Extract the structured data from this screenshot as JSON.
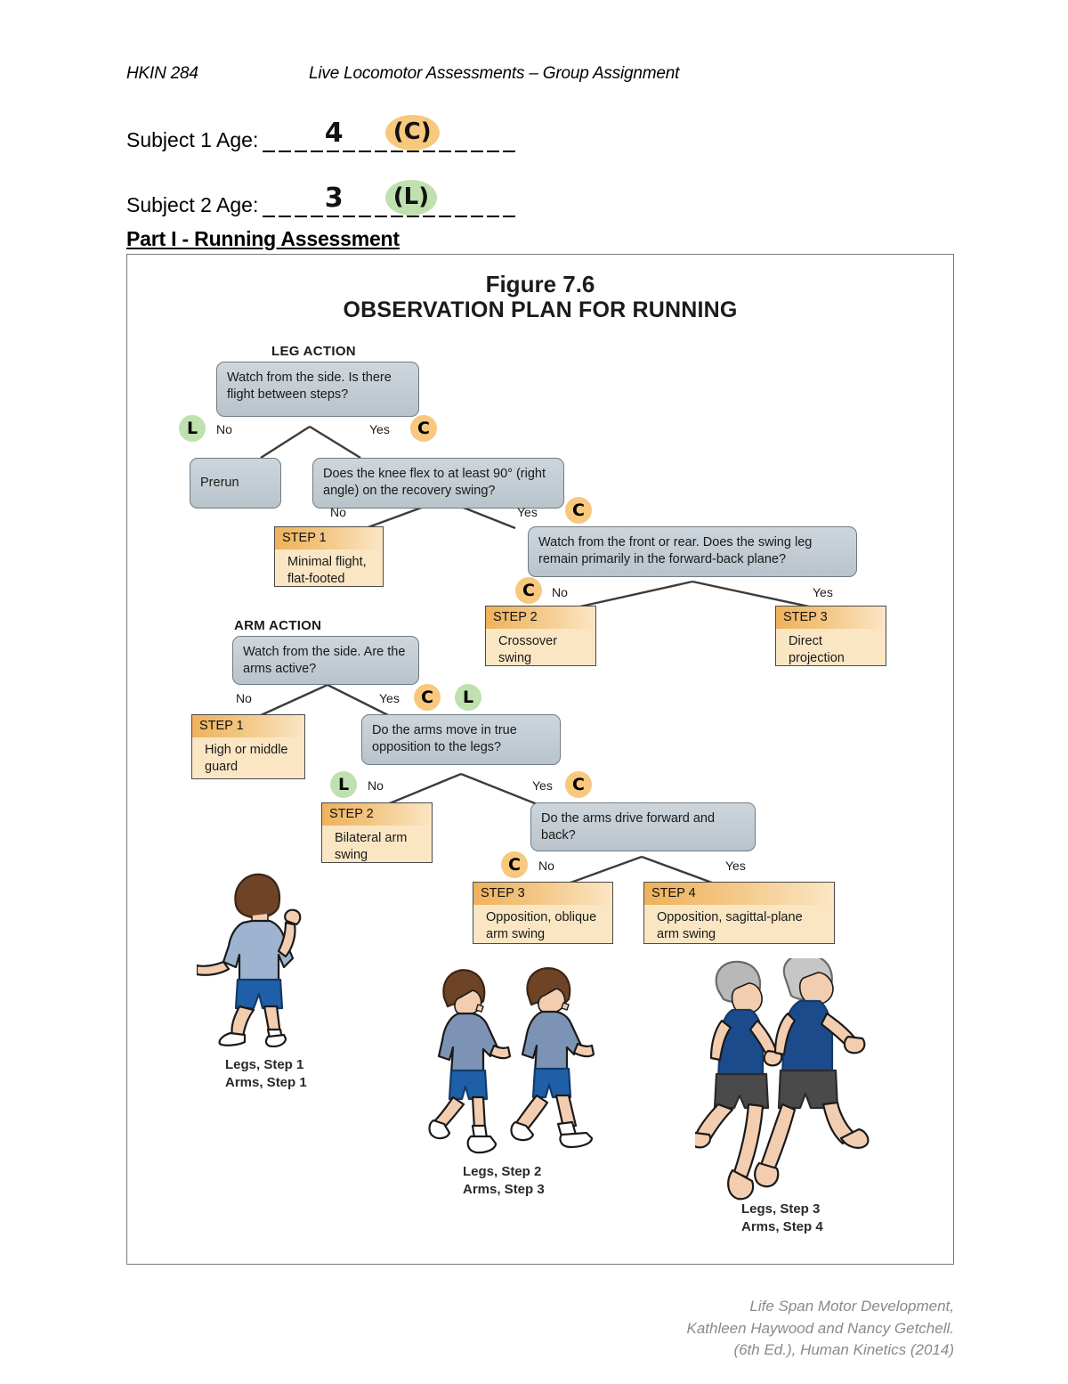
{
  "header": {
    "course_code": "HKIN 284",
    "assignment_title": "Live Locomotor Assessments – Group Assignment"
  },
  "subjects": [
    {
      "label": "Subject 1 Age:",
      "age": "4",
      "code": "(C)",
      "highlight": "#F7C87E"
    },
    {
      "label": "Subject 2 Age:",
      "age": "3",
      "code": "(L)",
      "highlight": "#BEE1AF"
    }
  ],
  "part_heading": "Part I - Running Assessment",
  "figure": {
    "number": "Figure 7.6",
    "name": "OBSERVATION PLAN FOR RUNNING",
    "sections": {
      "leg": "LEG ACTION",
      "arm": "ARM ACTION"
    },
    "leg_action": {
      "q1": "Watch from the side. Is there flight between steps?",
      "q1_no": "No",
      "q1_yes": "Yes",
      "prerun": "Prerun",
      "q2": "Does the knee flex to at least 90° (right angle) on the recovery swing?",
      "q2_no": "No",
      "q2_yes": "Yes",
      "step1_head": "STEP 1",
      "step1_body": "Minimal flight,\nflat-footed",
      "q3": "Watch from the front or rear. Does the swing leg remain primarily in the forward-back plane?",
      "q3_no": "No",
      "q3_yes": "Yes",
      "step2_head": "STEP 2",
      "step2_body": "Crossover\nswing",
      "step3_head": "STEP 3",
      "step3_body": "Direct\nprojection"
    },
    "arm_action": {
      "q1": "Watch from the side. Are the arms active?",
      "q1_no": "No",
      "q1_yes": "Yes",
      "step1_head": "STEP 1",
      "step1_body": "High or\nmiddle guard",
      "q2": "Do the arms move in true opposition to the legs?",
      "q2_no": "No",
      "q2_yes": "Yes",
      "step2_head": "STEP 2",
      "step2_body": "Bilateral\narm swing",
      "q3": "Do the arms drive forward and back?",
      "q3_no": "No",
      "q3_yes": "Yes",
      "step3_head": "STEP 3",
      "step3_body": "Opposition,\noblique arm swing",
      "step4_head": "STEP 4",
      "step4_body": "Opposition, sagittal-plane\narm swing"
    },
    "markers": [
      {
        "id": "leg-q1-no",
        "text": "L",
        "color": "#BEE1AF"
      },
      {
        "id": "leg-q1-yes",
        "text": "C",
        "color": "#F7C87E"
      },
      {
        "id": "leg-q2-yes",
        "text": "C",
        "color": "#F7C87E"
      },
      {
        "id": "leg-q3-no",
        "text": "C",
        "color": "#F7C87E"
      },
      {
        "id": "arm-q1-yes-c",
        "text": "C",
        "color": "#F7C87E"
      },
      {
        "id": "arm-q1-yes-l",
        "text": "L",
        "color": "#BEE1AF"
      },
      {
        "id": "arm-q2-no",
        "text": "L",
        "color": "#BEE1AF"
      },
      {
        "id": "arm-q2-yes",
        "text": "C",
        "color": "#F7C87E"
      },
      {
        "id": "arm-q3-no",
        "text": "C",
        "color": "#F7C87E"
      }
    ],
    "captions": [
      {
        "id": "caption-1",
        "text": "Legs, Step 1\nArms, Step 1"
      },
      {
        "id": "caption-2",
        "text": "Legs, Step 2\nArms, Step 3"
      },
      {
        "id": "caption-3",
        "text": "Legs, Step 3\nArms, Step 4"
      }
    ]
  },
  "footer": {
    "line1": "Life Span Motor Development,",
    "line2": "Kathleen Haywood and Nancy Getchell.",
    "line3": "(6th Ed.), Human Kinetics (2014)"
  }
}
